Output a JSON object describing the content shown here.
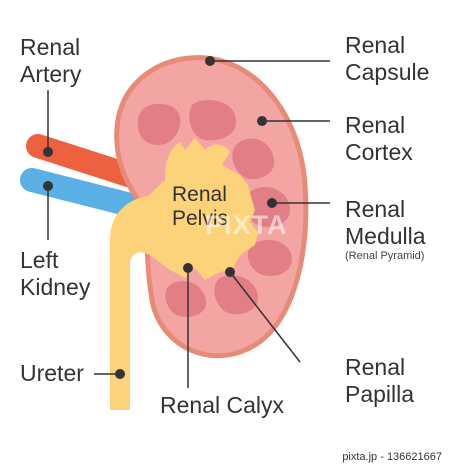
{
  "labels": {
    "renal_artery": [
      "Renal",
      "Artery"
    ],
    "left_kidney": [
      "Left",
      "Kidney"
    ],
    "ureter": "Ureter",
    "renal_capsule": [
      "Renal",
      "Capsule"
    ],
    "renal_cortex": [
      "Renal",
      "Cortex"
    ],
    "renal_medulla": [
      "Renal",
      "Medulla"
    ],
    "renal_pyramid": "(Renal Pyramid)",
    "renal_pelvis": [
      "Renal",
      "Pelvis"
    ],
    "renal_papilla": [
      "Renal",
      "Papilla"
    ],
    "renal_calyx": "Renal Calyx"
  },
  "watermark": "PIXTA",
  "credit": "pixta.jp - 136621667",
  "colors": {
    "capsule": "#e88a78",
    "cortex": "#f3a5a3",
    "medulla": "#e27e86",
    "pelvis": "#fcd27a",
    "artery": "#ee6140",
    "vein": "#5ab0e5",
    "pointer": "#333333"
  }
}
